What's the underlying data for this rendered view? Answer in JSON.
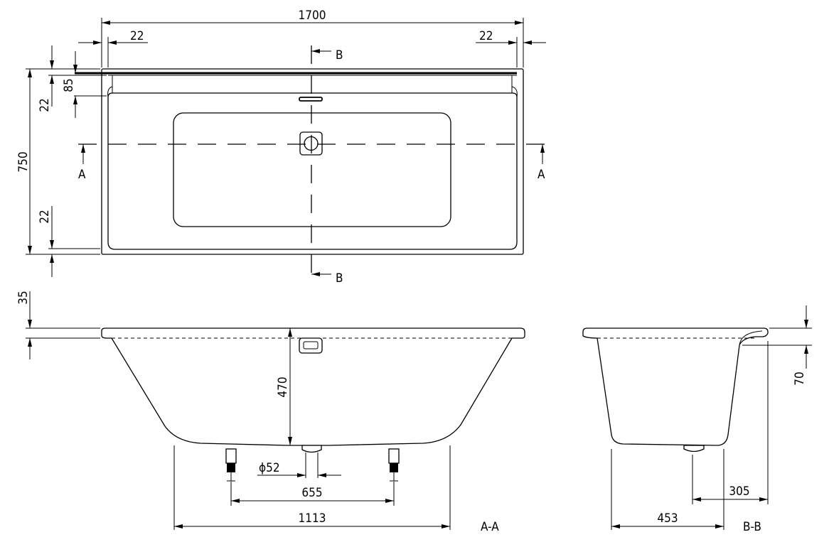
{
  "top_view": {
    "width": "1700",
    "left_margin": "22",
    "right_margin": "22",
    "depth": "750",
    "rim_offset": "85",
    "top_margin": "22",
    "bottom_margin": "22",
    "section_a": "A",
    "section_b": "B"
  },
  "section_aa": {
    "rim_height": "35",
    "depth": "470",
    "drain_diameter": "ϕ52",
    "feet_spacing": "655",
    "base_length": "1113",
    "caption": "A-A"
  },
  "section_bb": {
    "overflow_height": "70",
    "drain_offset": "305",
    "base_width": "453",
    "caption": "B-B"
  }
}
